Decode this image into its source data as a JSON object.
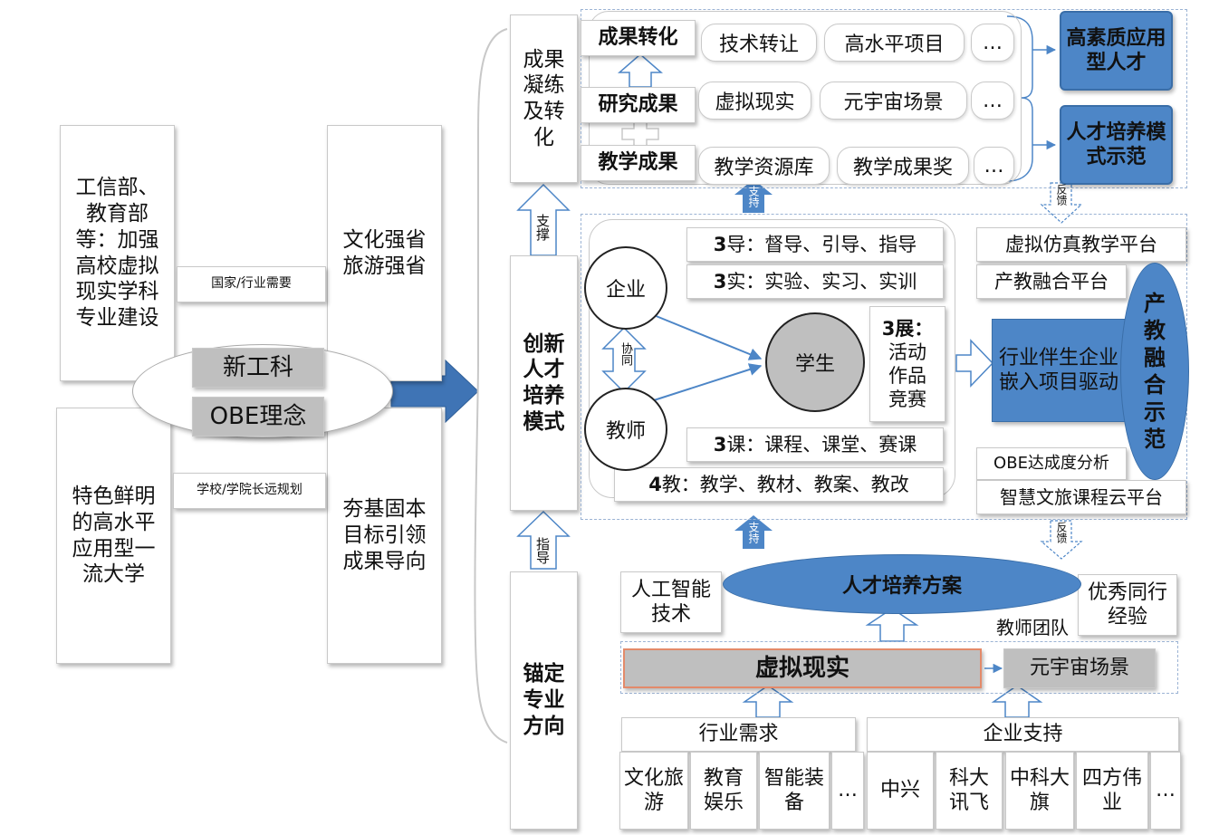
{
  "left": {
    "box1": "工信部、教育部等：加强高校虚拟现实学科专业建设",
    "box2": "特色鲜明的高水平应用型一流大学",
    "box3": "文化强省旅游强省",
    "box4": "夯基固本目标引领成果导向",
    "label_top": "国家/行业需要",
    "label_bottom": "学校/学院长远规划",
    "ellipse_top": "新工科",
    "ellipse_bottom": "OBE理念"
  },
  "column": {
    "top": "成果凝练及转化",
    "middle": "创新人才培养模式",
    "bottom": "锚定专业方向",
    "arrow_up_top": "支撑",
    "arrow_up_bottom": "指导"
  },
  "top_section": {
    "row1_label": "成果转化",
    "row2_label": "研究成果",
    "row3_label": "教学成果",
    "row1": [
      "技术转让",
      "高水平项目",
      "…"
    ],
    "row2": [
      "虚拟现实",
      "元宇宙场景",
      "…"
    ],
    "row3": [
      "教学资源库",
      "教学成果奖",
      "…"
    ],
    "out1": "高素质应用型人才",
    "out2": "人才培养模式示范",
    "support": "支持",
    "feedback": "反馈"
  },
  "middle_section": {
    "dao": "导：督导、引导、指导",
    "shi": "实：实验、实习、实训",
    "ke": "课：课程、课堂、赛课",
    "jiao": "教：教学、教材、教案、教改",
    "num3": "3",
    "num4": "4",
    "zhan_title": "3展：",
    "zhan_items": [
      "活动",
      "作品",
      "竞赛"
    ],
    "company": "企业",
    "teacher": "教师",
    "student": "学生",
    "collab": "协同",
    "industry_box": "行业伴生企业嵌入项目驱动",
    "platforms": [
      "虚拟仿真教学平台",
      "产教融合平台",
      "OBE达成度分析",
      "智慧文旅课程云平台"
    ],
    "demo": "产教融合示范",
    "support": "支持",
    "feedback": "反馈"
  },
  "bottom_section": {
    "plan": "人才培养方案",
    "ai": "人工智能技术",
    "team": "教师团队",
    "peer": "优秀同行经验",
    "vr": "虚拟现实",
    "meta": "元宇宙场景",
    "demand": "行业需求",
    "enterprise": "企业支持",
    "demand_items": [
      "文化旅游",
      "教育娱乐",
      "智能装备",
      "…"
    ],
    "enterprise_items": [
      "中兴",
      "科大讯飞",
      "中科大旗",
      "四方伟业",
      "…"
    ]
  }
}
